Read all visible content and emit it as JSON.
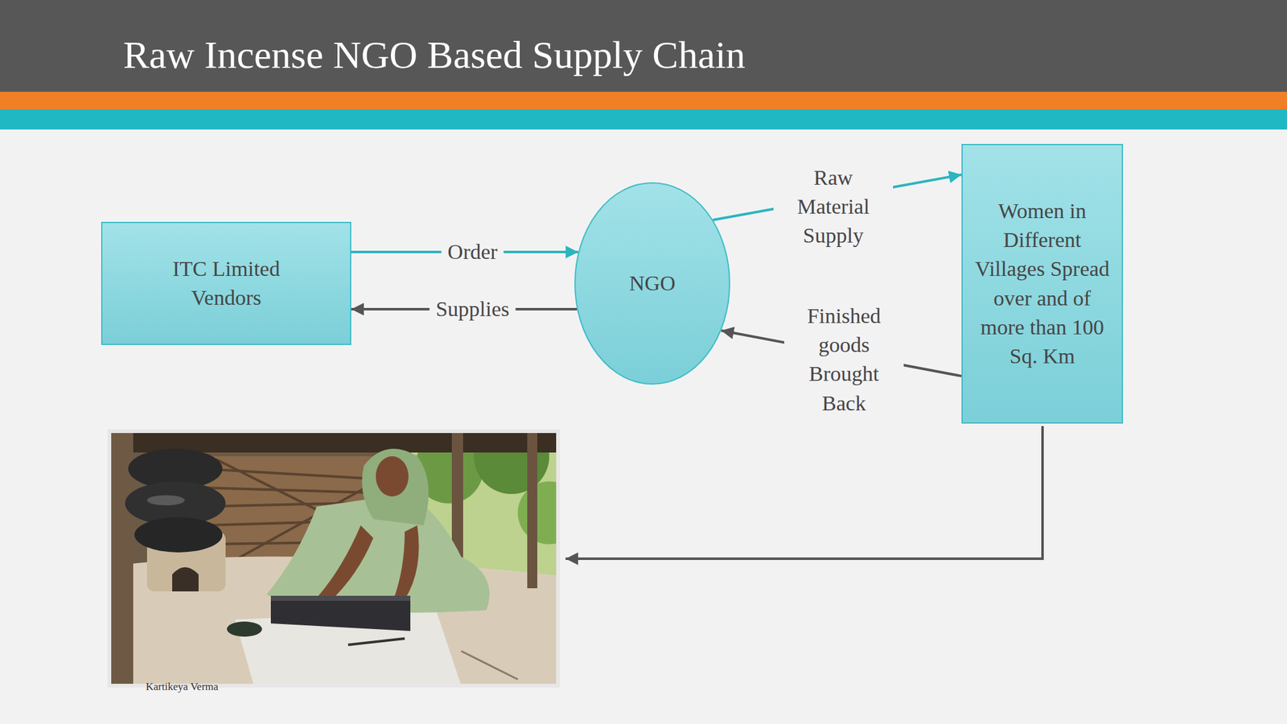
{
  "diagram": {
    "title": "Raw Incense NGO Based Supply Chain",
    "nodes": [
      {
        "text": [
          "ITC Limited Vendors"
        ]
      },
      {
        "text": [
          "NGO"
        ]
      },
      {
        "text": [
          "Women in Different Villages Spread over and of more than 100 Sq. Km"
        ]
      }
    ],
    "edges": [
      {
        "from": 0,
        "to": 1,
        "label": "Order",
        "arrow": "to"
      },
      {
        "from": 1,
        "to": 0,
        "label": "Supplies",
        "arrow": "to"
      },
      {
        "from": 1,
        "to": 2,
        "label": "Raw Material Supply",
        "arrow": "to"
      },
      {
        "from": 2,
        "to": 1,
        "label": "Finished goods Brought Back",
        "arrow": "to"
      }
    ],
    "labels": [
      "Kartikeya Verma"
    ]
  }
}
